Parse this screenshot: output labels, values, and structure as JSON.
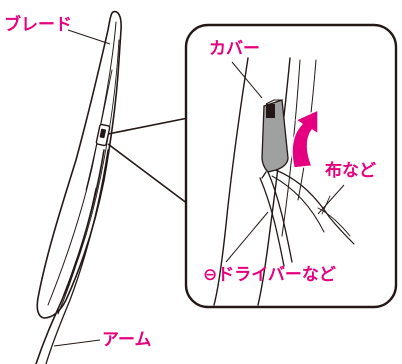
{
  "labels": {
    "blade": "ブレード",
    "arm": "アーム",
    "cover": "カバー",
    "cloth": "布など",
    "driver": "⊖ドライバーなど"
  },
  "colors": {
    "label": "#e4007f",
    "line": "#231815",
    "cover_fill": "#9fa0a0",
    "arrow_fill": "#e4007f",
    "arrow_stroke": "#ffffff",
    "background": "#ffffff"
  },
  "icons": {
    "rotation_arrow": "curved-arrow-icon"
  }
}
